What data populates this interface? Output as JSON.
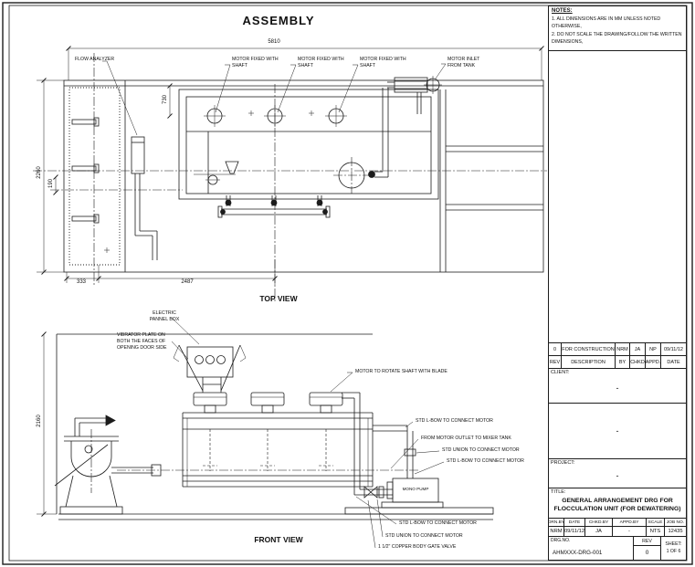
{
  "sheet": {
    "title": "ASSEMBLY",
    "line_color": "#1c1c1c"
  },
  "notes": {
    "heading": "NOTES:",
    "items": [
      "1. ALL DIMENSIONS ARE IN MM UNLESS NOTED OTHERWISE,",
      "2. DO NOT SCALE THE DRAWING/FOLLOW THE WRITTEN DIMENSIONS,"
    ]
  },
  "top_view": {
    "caption": "TOP VIEW",
    "labels": {
      "flow_analyzer": "FLOW ANALYZER",
      "motor_fixed": "MOTOR FIXED WITH\nSHAFT",
      "motor_inlet": "MOTOR INLET\nFROM TANK"
    },
    "dims": {
      "overall_width": "5810",
      "d730": "730",
      "d2260": "2260",
      "d190": "190",
      "d333": "333",
      "d2487": "2487"
    }
  },
  "front_view": {
    "caption": "FRONT VIEW",
    "labels": {
      "electric_panel": "ELECTRIC\nPANNEL BOX",
      "vibrator_plate": "VIBRATOR PLATE ON\nBOTH THE FACES OF\nOPENING DOOR SIDE",
      "motor_rotate": "MOTOR TO ROTATE SHAFT WITH BLADE",
      "std_lbow": "STD L-BOW TO CONNECT MOTOR",
      "from_motor_outlet": "FROM MOTOR OUTLET TO MIXER TANK",
      "std_union": "STD UNION TO CONNECT MOTOR",
      "gate_valve": "1 1/2\" COPPER BODY GATE VALVE",
      "mono_pump": "MONO PUMP"
    },
    "dims": {
      "d2160": "2160"
    }
  },
  "title_block": {
    "revision": {
      "header": [
        "REV",
        "DESCRIPTION",
        "BY",
        "CHKD",
        "APPD.",
        "DATE"
      ],
      "rows": [
        [
          "0",
          "FOR CONSTRUCTION",
          "NRM",
          "JA",
          "NP",
          "09/11/12"
        ]
      ]
    },
    "client": {
      "label": "CLIENT:",
      "value": "-"
    },
    "consultant_value": "-",
    "project": {
      "label": "PROJECT:",
      "value": "-"
    },
    "title": {
      "label": "TITLE:",
      "line1": "GENERAL ARRANGEMENT DRG FOR",
      "line2": "FLOCCULATION UNIT (FOR DEWATERING)"
    },
    "info": {
      "header": [
        "DRN.BY",
        "DATE",
        "CHKD.BY",
        "APPD.BY",
        "SCALE",
        "JOB NO."
      ],
      "values": [
        "NRM",
        "09/11/12",
        "JA",
        "-",
        "NTS",
        "12435"
      ]
    },
    "drg": {
      "label": "DRG.NO.",
      "value": "AHMXXX-DRG-001"
    },
    "rev": {
      "label": "REV",
      "value": "0"
    },
    "sheet_no": {
      "label": "SHEET:",
      "value": "1 OF 6"
    }
  }
}
